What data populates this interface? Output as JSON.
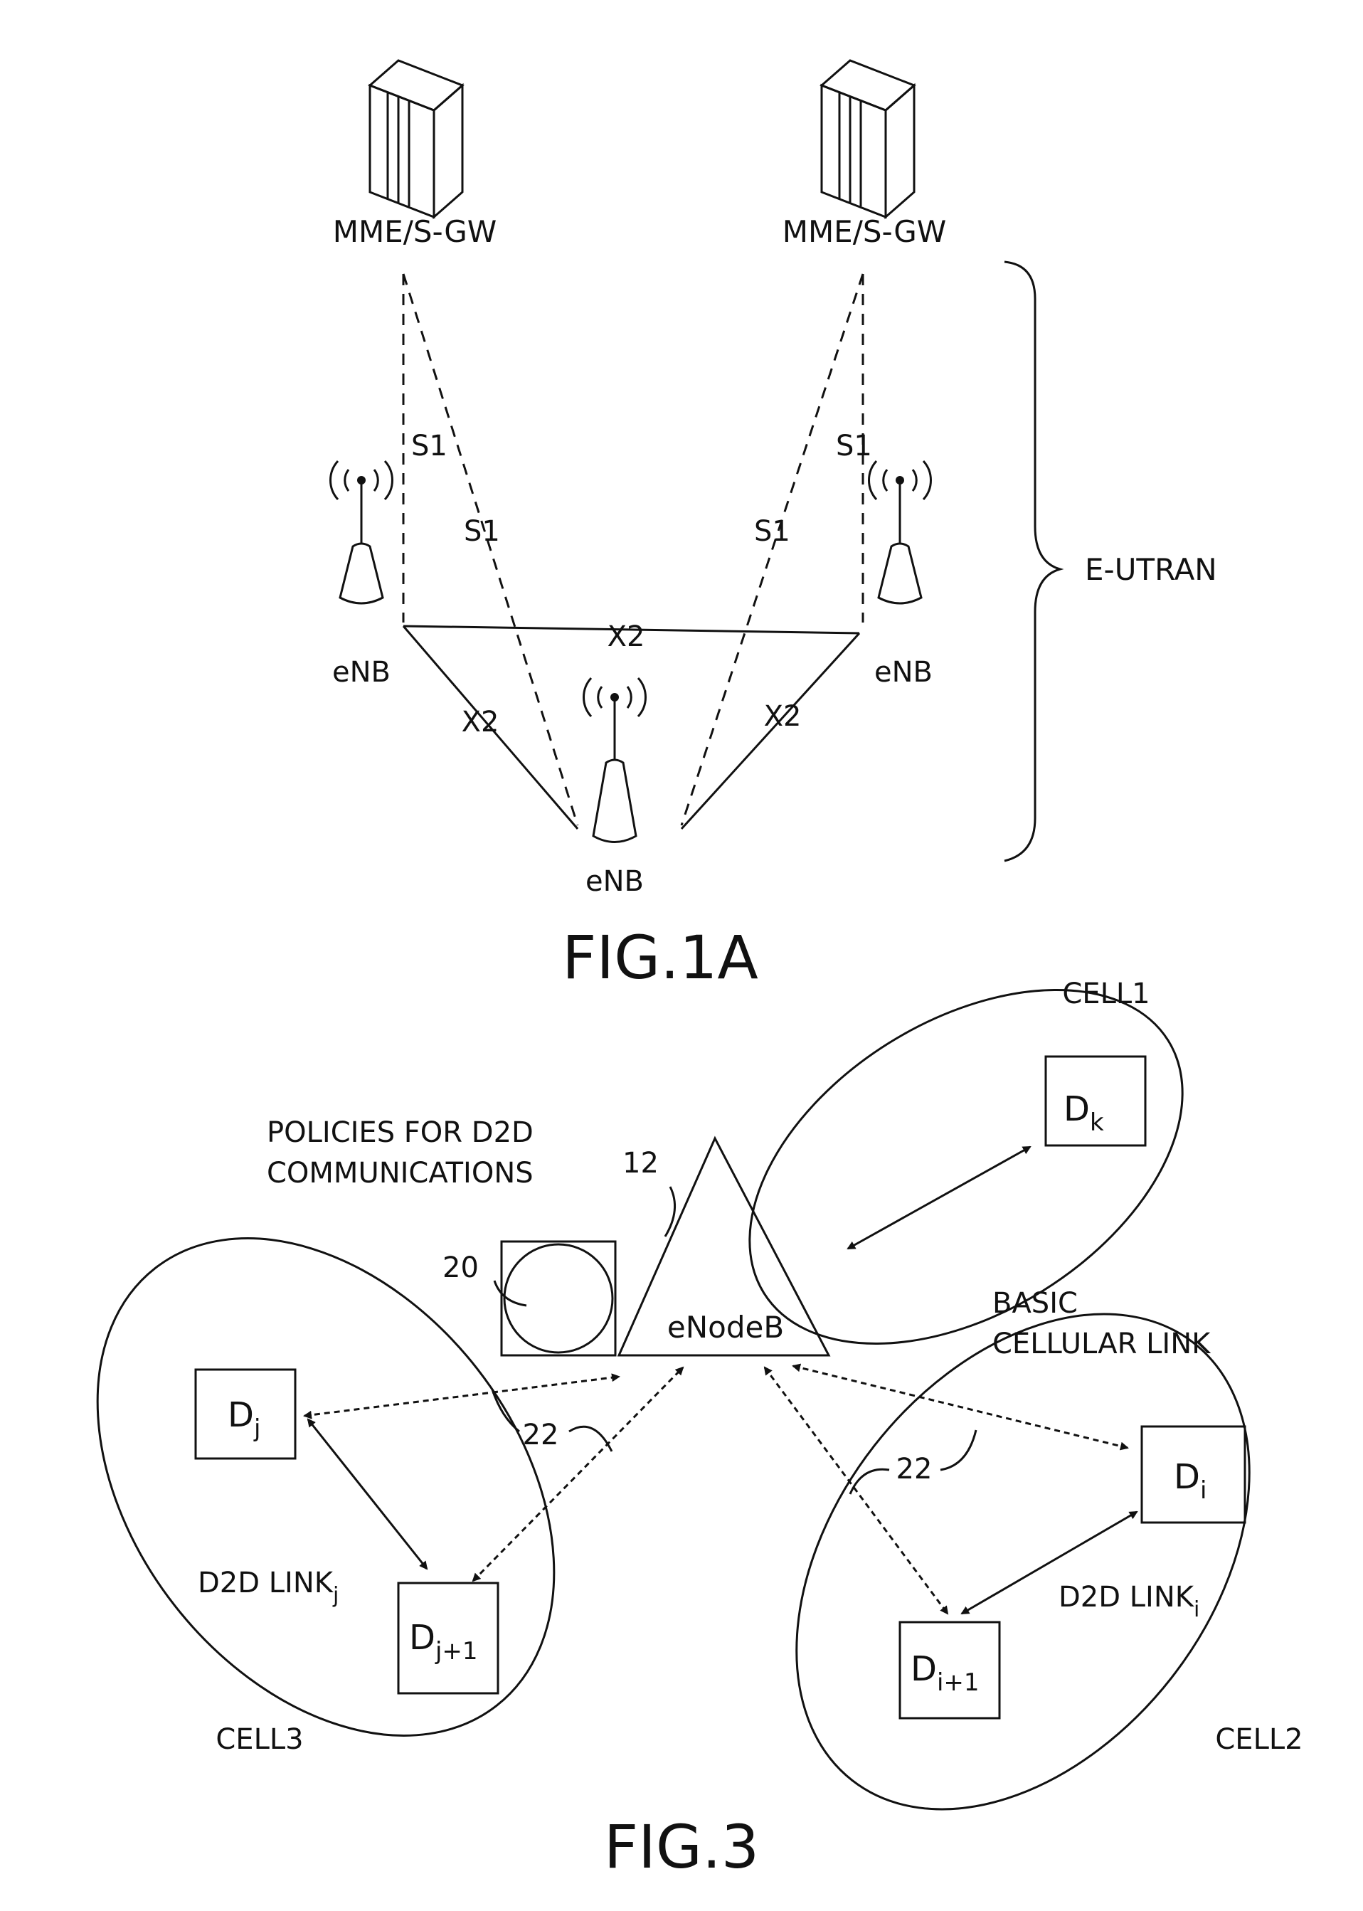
{
  "fig1a": {
    "gateway_left": "MME/S-GW",
    "gateway_right": "MME/S-GW",
    "s1_labels": [
      "S1",
      "S1",
      "S1",
      "S1"
    ],
    "x2_labels": [
      "X2",
      "X2",
      "X2"
    ],
    "enb_labels": [
      "eNB",
      "eNB",
      "eNB"
    ],
    "brace_label": "E-UTRAN",
    "caption": "FIG.1A"
  },
  "fig3": {
    "cell1": "CELL1",
    "cell2": "CELL2",
    "cell3": "CELL3",
    "policies_line1": "POLICIES FOR D2D",
    "policies_line2": "COMMUNICATIONS",
    "ref_12": "12",
    "ref_20": "20",
    "ref_22_left": "22",
    "ref_22_right": "22",
    "enodeb": "eNodeB",
    "basic_line1": "BASIC",
    "basic_line2": "CELLULAR LINK",
    "device_k_base": "D",
    "device_k_sub": "k",
    "device_j_base": "D",
    "device_j_sub": "j",
    "device_j1_base": "D",
    "device_j1_sub": "j+1",
    "device_i_base": "D",
    "device_i_sub": "i",
    "device_i1_base": "D",
    "device_i1_sub": "i+1",
    "link_j_base": "D2D LINK",
    "link_j_sub": "j",
    "link_i_base": "D2D LINK",
    "link_i_sub": "i",
    "caption": "FIG.3"
  }
}
